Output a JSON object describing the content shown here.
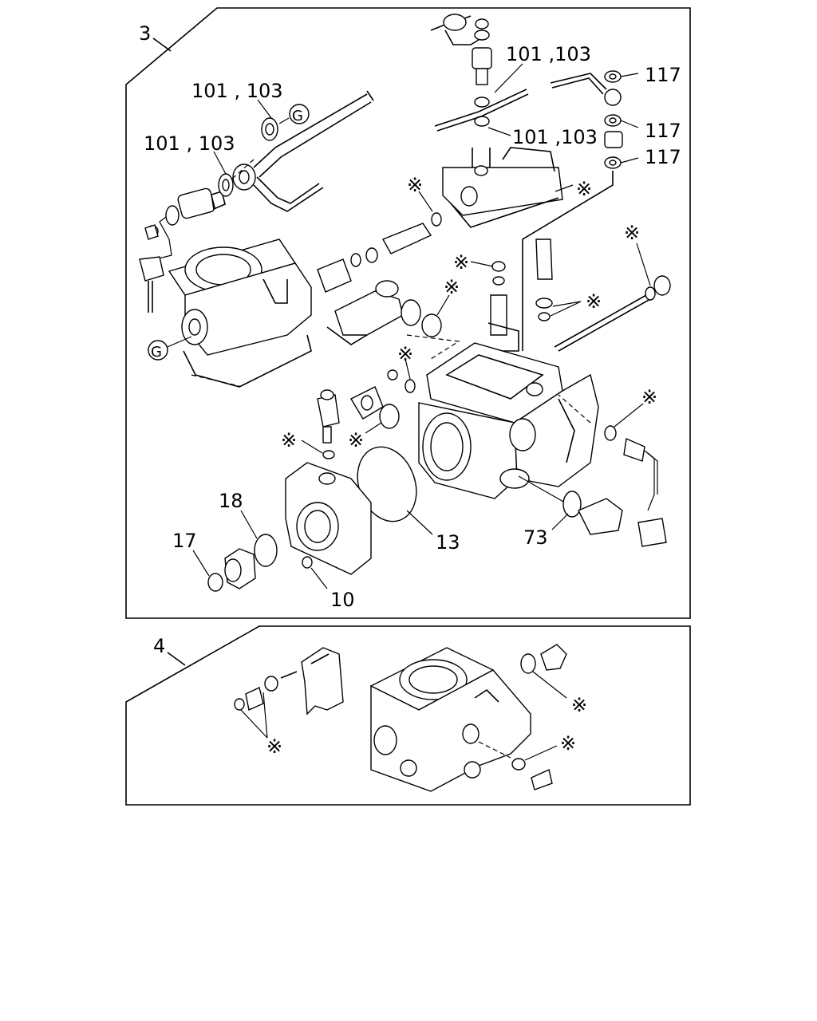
{
  "panel_top": {
    "callout": "3",
    "labels": {
      "l_101_103_a": "101 , 103",
      "l_101_103_b": "101 , 103",
      "l_101_103_c": "101 ,103",
      "l_101_103_d": "101 ,103",
      "l_117_a": "117",
      "l_117_b": "117",
      "l_117_c": "117",
      "l_g_a": "G",
      "l_g_b": "G",
      "l_13": "13",
      "l_73": "73",
      "l_18": "18",
      "l_17": "17",
      "l_10": "10"
    },
    "asterisk": "※"
  },
  "panel_bottom": {
    "callout": "4",
    "asterisk": "※"
  }
}
